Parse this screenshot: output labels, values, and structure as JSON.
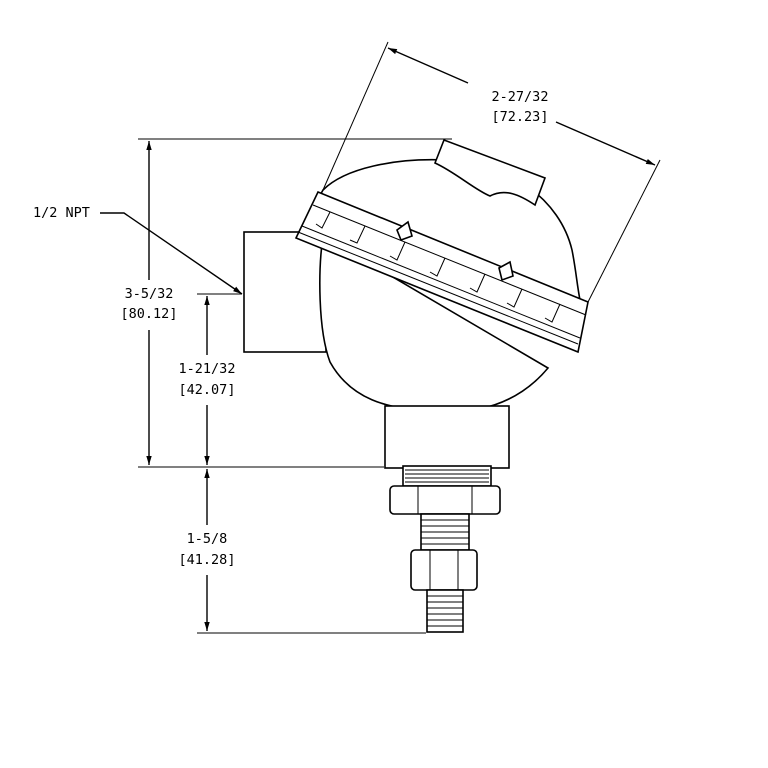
{
  "dimensions": {
    "cap_width": {
      "imperial": "2-27/32",
      "metric": "[72.23]"
    },
    "overall_height": {
      "imperial": "3-5/32",
      "metric": "[80.12]"
    },
    "conduit_height": {
      "imperial": "1-21/32",
      "metric": "[42.07]"
    },
    "fitting_length": {
      "imperial": "1-5/8",
      "metric": "[41.28]"
    }
  },
  "callouts": {
    "conduit_thread": "1/2 NPT"
  }
}
